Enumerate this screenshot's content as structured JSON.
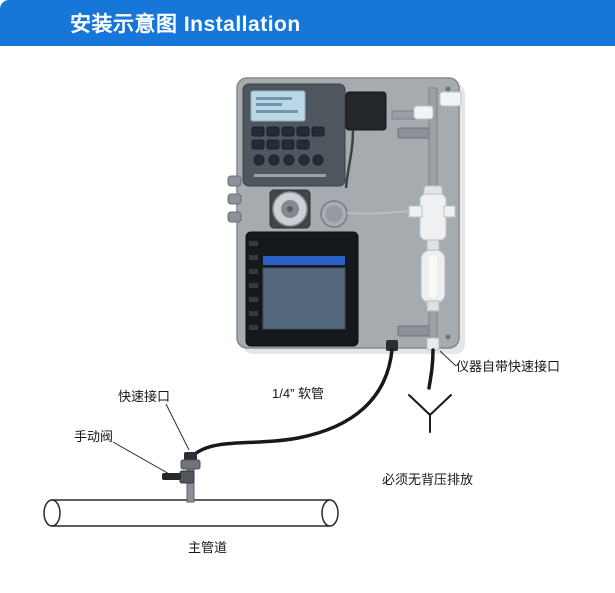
{
  "theme": {
    "accent_blue": "#1677d9"
  },
  "header": {
    "title": "安装示意图 Installation"
  },
  "annotations": {
    "quick_connector": "快速接口",
    "manual_valve": "手动阀",
    "hose": "1/4” 软管",
    "instrument_quick_connector": "仪器自带快速接口",
    "drain_no_backpressure": "必须无背压排放",
    "main_pipeline": "主管道"
  }
}
